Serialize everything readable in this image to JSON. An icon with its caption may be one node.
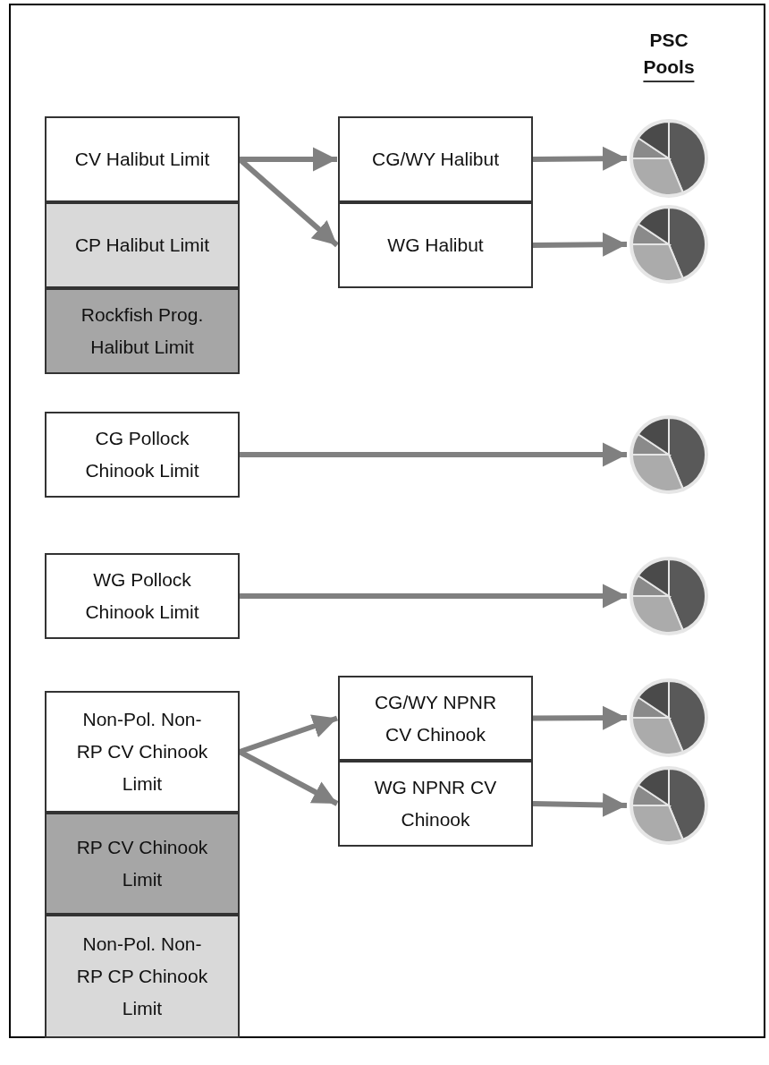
{
  "diagram": {
    "title": "PSC Pools",
    "nodes": [
      {
        "text": [
          "CV Halibut Limit"
        ]
      },
      {
        "text": [
          "CP Halibut Limit"
        ]
      },
      {
        "text": [
          "Rockfish Prog. Halibut Limit"
        ]
      },
      {
        "text": [
          "CG/WY Halibut"
        ]
      },
      {
        "text": [
          "WG Halibut"
        ]
      },
      {
        "text": [],
        "shape": "picture"
      },
      {
        "text": [],
        "shape": "picture"
      },
      {
        "text": [
          "CG Pollock Chinook Limit"
        ]
      },
      {
        "text": [],
        "shape": "picture"
      },
      {
        "text": [
          "WG Pollock Chinook Limit"
        ]
      },
      {
        "text": [],
        "shape": "picture"
      },
      {
        "text": [
          "Non-Pol. Non-RP CV Chinook Limit"
        ]
      },
      {
        "text": [
          "RP CV Chinook Limit"
        ]
      },
      {
        "text": [
          "Non-Pol. Non-RP CP Chinook Limit"
        ]
      },
      {
        "text": [
          "CG/WY NPNR CV Chinook"
        ]
      },
      {
        "text": [
          "WG NPNR CV Chinook"
        ]
      },
      {
        "text": [],
        "shape": "picture"
      },
      {
        "text": [],
        "shape": "picture"
      }
    ],
    "edges": [
      {
        "from": 0,
        "to": 3,
        "arrow": "to"
      },
      {
        "from": 0,
        "to": 4,
        "arrow": "to"
      },
      {
        "from": 3,
        "to": 5,
        "arrow": "to"
      },
      {
        "from": 4,
        "to": 6,
        "arrow": "to"
      },
      {
        "from": 7,
        "to": 8,
        "arrow": "to"
      },
      {
        "from": 9,
        "to": 10,
        "arrow": "to"
      },
      {
        "from": 11,
        "to": 14,
        "arrow": "to"
      },
      {
        "from": 11,
        "to": 15,
        "arrow": "to"
      },
      {
        "from": 14,
        "to": 16,
        "arrow": "to"
      },
      {
        "from": 15,
        "to": 17,
        "arrow": "to"
      }
    ]
  }
}
